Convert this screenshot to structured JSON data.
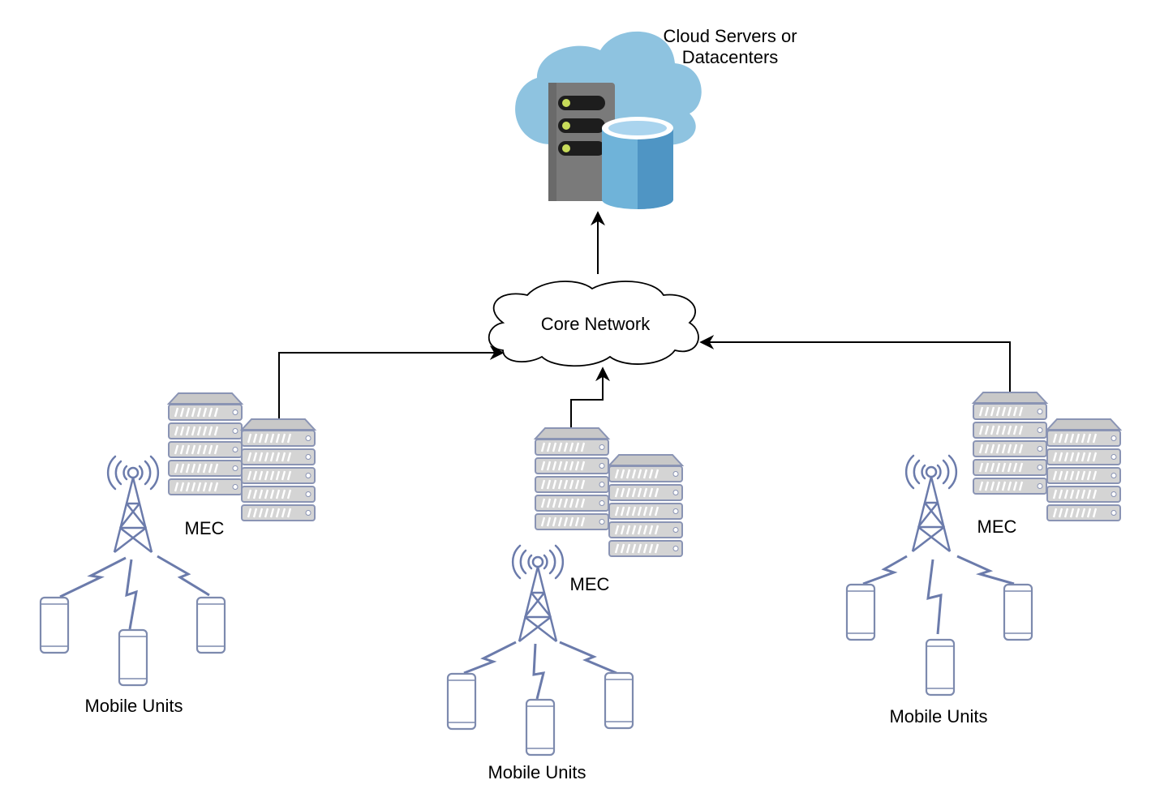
{
  "labels": {
    "cloud_line1": "Cloud Servers or",
    "cloud_line2": "Datacenters",
    "core_network": "Core Network",
    "mec_left": "MEC",
    "mec_center": "MEC",
    "mec_right": "MEC",
    "mobile_left": "Mobile Units",
    "mobile_center": "Mobile Units",
    "mobile_right": "Mobile Units"
  },
  "colors": {
    "cloud_fill": "#8ec3e0",
    "server_gray": "#7a7a7a",
    "led_green": "#c8dc5a",
    "db_blue": "#6fb3d9",
    "rack_fill": "#d4d4d4",
    "rack_stroke": "#8a94b4",
    "tower_stroke": "#6b7bab",
    "line": "#000000"
  },
  "icons": [
    "cloud-datacenter-icon",
    "core-network-cloud-icon",
    "server-rack-icon",
    "cell-tower-icon",
    "lightning-link-icon",
    "smartphone-icon"
  ]
}
